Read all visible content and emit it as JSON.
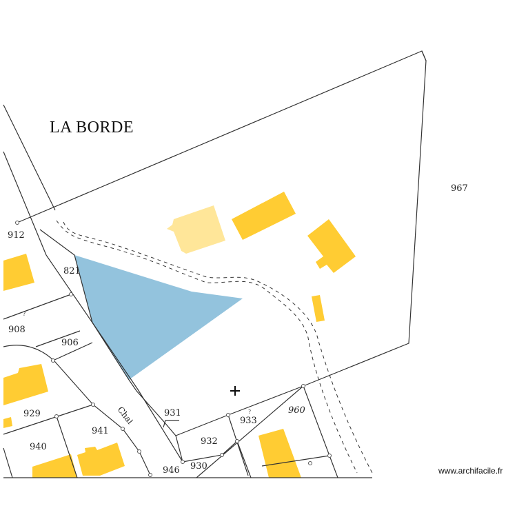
{
  "locality": "LA BORDE",
  "road_name": "Chai",
  "parcels": {
    "p967": "967",
    "p912": "912",
    "p821": "821",
    "p908": "908",
    "p906": "906",
    "p929": "929",
    "p941": "941",
    "p940": "940",
    "p931": "931",
    "p933": "933",
    "p960": "960",
    "p932": "932",
    "p946": "946",
    "p930": "930"
  },
  "marks": {
    "question_933": "?",
    "question_908": "?"
  },
  "watermark": "www.archifacile.fr",
  "colors": {
    "building": "#FFCC33",
    "building_light": "#FFE699",
    "selected_area": "#93C3DD",
    "parcel_line": "#333333"
  }
}
